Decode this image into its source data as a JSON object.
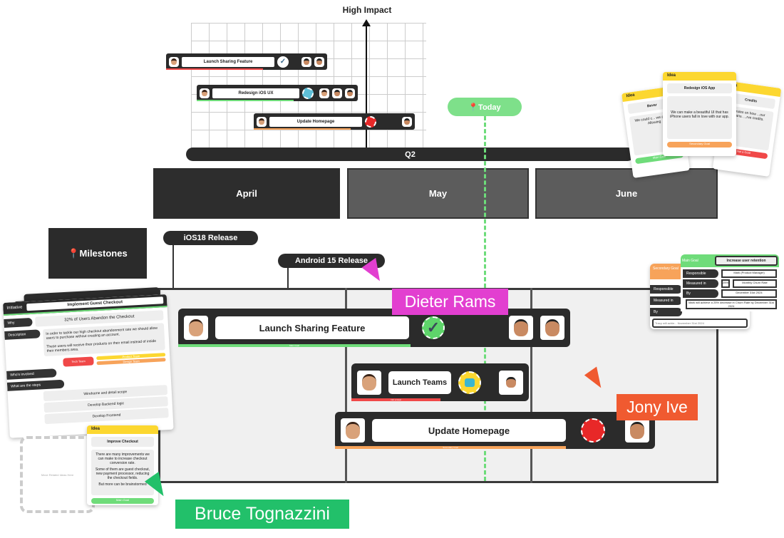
{
  "matrix": {
    "axis_label": "High Impact",
    "items": [
      {
        "title": "Launch Sharing Feature",
        "status": "check",
        "underline": "#f04848"
      },
      {
        "title": "Redesign iOS UX",
        "status": "in-progress",
        "underline": "#6fdc7a"
      },
      {
        "title": "Update Homepage",
        "status": "blocked",
        "underline": "#f7a35a"
      }
    ]
  },
  "timeline": {
    "quarter": "Q2",
    "today": "📍Today",
    "months": [
      "April",
      "May",
      "June"
    ],
    "milestones_title": "📍Milestones",
    "milestones": [
      "iOS18 Release",
      "Android 15 Release"
    ],
    "bars": [
      {
        "title": "Launch Sharing Feature",
        "goal": "Main Goal",
        "status": "done",
        "goal_color": "#6fdc7a"
      },
      {
        "title": "Launch Teams",
        "goal": "Not a Goal",
        "status": "in-progress",
        "goal_color": "#f04848"
      },
      {
        "title": "Update Homepage",
        "goal": "Secondary Goal",
        "status": "blocked",
        "goal_color": "#f7a35a"
      }
    ]
  },
  "cursors": [
    {
      "name": "Dieter Rams",
      "color": "#e23fd0"
    },
    {
      "name": "Jony Ive",
      "color": "#f05a30"
    },
    {
      "name": "Bruce Tognazzini",
      "color": "#22c06a"
    }
  ],
  "initiative_card": {
    "tag": "Initiative",
    "title": "Implement Guest Checkout",
    "why_label": "Why",
    "why": "32% of Users Abandon the Checkout",
    "description_label": "Description",
    "description_1": "In order to tackle our high checkout abandonment rate we should allow users to purchase without creating an account.",
    "description_2": "These users will receive their products on their email instead of inside their members area.",
    "involved_label": "Who's involved",
    "teams": [
      "Tech Team",
      "Product Team",
      "Design Team"
    ],
    "steps_label": "What are the steps",
    "steps": [
      "Wireframe and detail scope",
      "Develop Backend logic",
      "Develop Frontend"
    ],
    "placeholder": "Move Related Ideas Here"
  },
  "idea_card_left": {
    "tag": "Idea",
    "title": "Improve Checkout",
    "body_1": "There are many improvements we can make to increase checkout conversion rate.",
    "body_2": "Some of them are guest checkout, new payment processor, reducing the checkout fields.",
    "body_3": "But more can be brainstormed",
    "goal": "Main Goal"
  },
  "idea_cards_right": {
    "tag": "Idea",
    "front_title": "Redesign iOS App",
    "front_body": "We can make a beautiful UI that has iPhone users fall in love with our app.",
    "front_goal": "Secondary Goal",
    "left_title": "Bevar",
    "left_body": "We could c... we assig... Allowing",
    "left_goal": "Main Goal",
    "right_title": "Credits",
    "right_body": "...rules on how ...our plans. ...rve credits.",
    "right_goal": "Not a Goal"
  },
  "goal_cards": {
    "main_tag": "Main Goal",
    "main_title": "Increase user retention",
    "secondary_tag": "Secondary Goal",
    "labels": [
      "Responsible",
      "Measured in",
      "By"
    ],
    "responsible": "Mark (Product Manager)",
    "measure_value": "25%",
    "measure_unit": "Monthly Churn Rate",
    "by": "December 31st 2024",
    "summary": "Mark will achieve a 25% decrease in Churn Rate by December 31st 2024",
    "secondary_summary": "Tracy will achie...",
    "secondary_by": "November 31st 2024"
  }
}
